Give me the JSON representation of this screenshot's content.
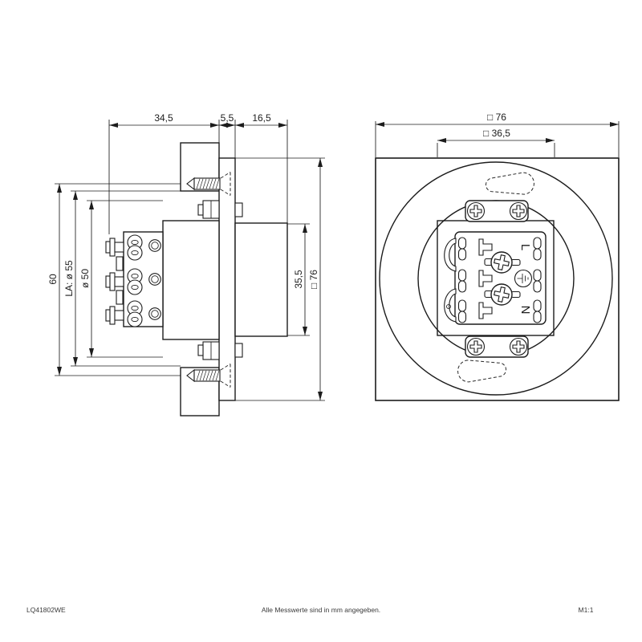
{
  "document": {
    "product_code": "LQ41802WE",
    "note": "Alle Messwerte sind in mm angegeben.",
    "scale": "M1:1"
  },
  "side_view": {
    "dim_back_depth": "34,5",
    "dim_wall_thickness": "5,5",
    "dim_front_depth": "16,5",
    "dim_overall_height": "60",
    "dim_hole_circle": "LA: ø 55",
    "dim_recess_diameter": "ø 50",
    "dim_front_height": "35,5",
    "dim_plate_size": "□ 76"
  },
  "front_view": {
    "dim_plate_size": "□ 76",
    "dim_inner_size": "□ 36,5",
    "terminal_live": "L",
    "terminal_neutral": "N"
  }
}
